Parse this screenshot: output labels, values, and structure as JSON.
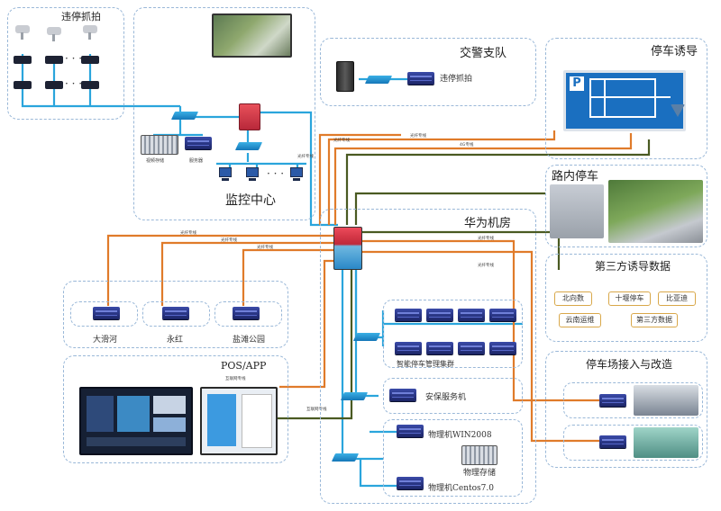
{
  "zones": {
    "surveillance": {
      "title": "违停抓拍"
    },
    "monitoring": {
      "title": "监控中心",
      "labels": {
        "storage": "视频存储",
        "server": "服务器"
      }
    },
    "traffic_police": {
      "title": "交警支队",
      "capture_label": "违停抓拍"
    },
    "parking_guidance": {
      "title": "停车诱导"
    },
    "street_parking": {
      "title": "路内停车"
    },
    "huawei_room": {
      "title": "华为机房"
    },
    "third_party": {
      "title": "第三方诱导数据",
      "chips": [
        "北向数",
        "十堰停车",
        "比亚迪",
        "云南运维",
        "第三方数据"
      ]
    },
    "parking_access": {
      "title": "停车场接入与改造"
    },
    "districts": {
      "labels": [
        "大滑河",
        "永红",
        "盐滩公园"
      ]
    },
    "pos_app": {
      "title": "POS/APP"
    }
  },
  "huawei": {
    "cluster_label": "智能停车管理集群",
    "security_label": "安保服务机",
    "physical1": "物理机WIN2008",
    "storage_label": "物理存储",
    "physical2": "物理机Centos7.0"
  },
  "line_labels": [
    "光纤专线",
    "光纤专线",
    "光纤专线",
    "4G专线",
    "光纤专线",
    "光纤专线",
    "光纤专线",
    "光纤专线",
    "光纤专线",
    "互联网专线",
    "互联网专线"
  ],
  "colors": {
    "orange": "#e07b2a",
    "cyan": "#2aa5dc",
    "olive": "#4a5a22",
    "zone_border": "#9ab8d8"
  }
}
